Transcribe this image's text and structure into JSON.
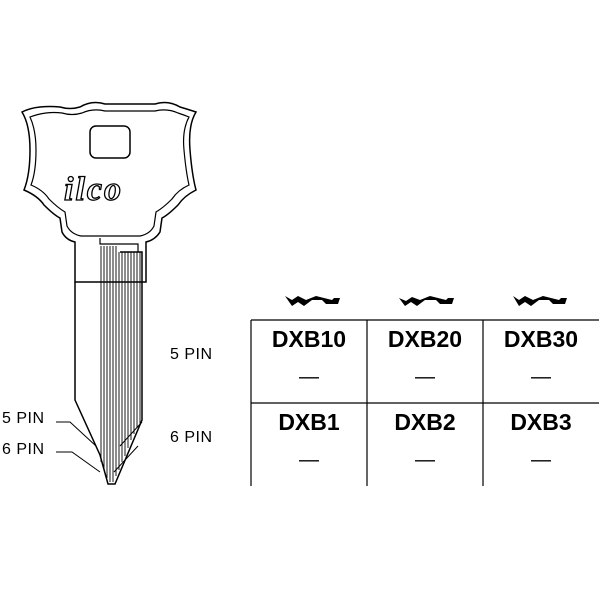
{
  "key": {
    "brand": "ilco"
  },
  "left_labels": [
    {
      "text": "5  PIN"
    },
    {
      "text": "6  PIN"
    }
  ],
  "row_labels": [
    {
      "text": "5 PIN"
    },
    {
      "text": "6 PIN"
    }
  ],
  "table": {
    "rows": [
      [
        {
          "code": "DXB10",
          "value": "—"
        },
        {
          "code": "DXB20",
          "value": "—"
        },
        {
          "code": "DXB30",
          "value": "—"
        }
      ],
      [
        {
          "code": "DXB1",
          "value": "—"
        },
        {
          "code": "DXB2",
          "value": "—"
        },
        {
          "code": "DXB3",
          "value": "—"
        }
      ]
    ],
    "profile_icons": [
      "keyway-profile-icon",
      "keyway-profile-icon",
      "keyway-profile-icon"
    ]
  }
}
